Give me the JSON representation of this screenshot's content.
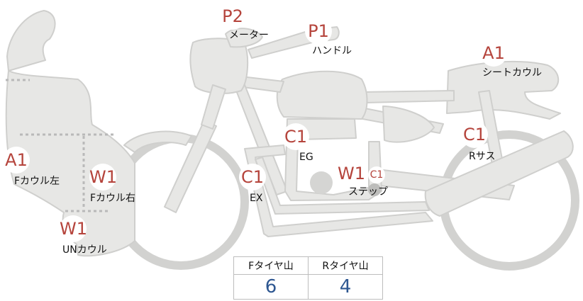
{
  "colors": {
    "part_fill": "#e7e7e5",
    "part_stroke": "#cfcfcd",
    "badge_text": "#b5443c",
    "value_text": "#2e5791",
    "dotted_line": "#b9b9b9"
  },
  "parts": [
    {
      "id": "meter",
      "grade": "P2",
      "label": "メーター"
    },
    {
      "id": "handle",
      "grade": "P1",
      "label": "ハンドル"
    },
    {
      "id": "seat-cowl",
      "grade": "A1",
      "label": "シートカウル"
    },
    {
      "id": "r-suspension",
      "grade": "C1",
      "label": "Rサス"
    },
    {
      "id": "engine",
      "grade": "C1",
      "label": "EG"
    },
    {
      "id": "exhaust",
      "grade": "C1",
      "label": "EX"
    },
    {
      "id": "step",
      "grade": "W1",
      "grade2": "C1",
      "label": "ステップ"
    },
    {
      "id": "f-cowl-left",
      "grade": "A1",
      "label": "Fカウル左"
    },
    {
      "id": "f-cowl-right",
      "grade": "W1",
      "label": "Fカウル右"
    },
    {
      "id": "under-cowl",
      "grade": "W1",
      "label": "UNカウル"
    }
  ],
  "tire_table": {
    "headers": [
      "Fタイヤ山",
      "Rタイヤ山"
    ],
    "values": [
      "6",
      "4"
    ]
  }
}
